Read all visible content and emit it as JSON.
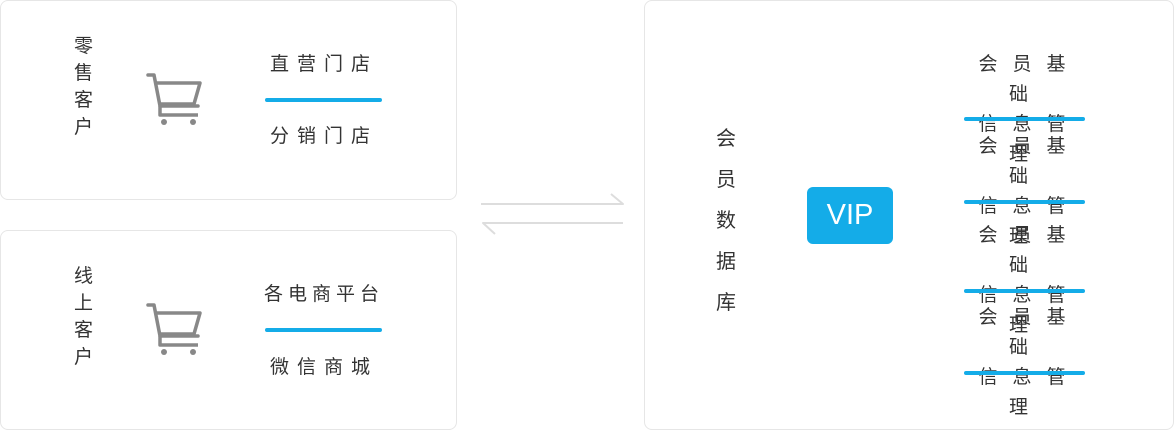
{
  "retail": {
    "title_chars": [
      "零",
      "售",
      "客",
      "户"
    ],
    "stores": [
      "直营门店",
      "分销门店"
    ]
  },
  "online": {
    "title_chars": [
      "线",
      "上",
      "客",
      "户"
    ],
    "stores": [
      "各电商平台",
      "微信商城"
    ]
  },
  "database": {
    "title_chars": [
      "会",
      "员",
      "数",
      "据",
      "库"
    ],
    "badge": "VIP",
    "items": [
      {
        "line1": "会员基础",
        "line2": "信息管理"
      },
      {
        "line1": "会员基础",
        "line2": "信息管理"
      },
      {
        "line1": "会员基础",
        "line2": "信息管理"
      },
      {
        "line1": "会员基础",
        "line2": "信息管理"
      }
    ]
  },
  "colors": {
    "accent": "#14ace8",
    "icon_gray": "#888888",
    "arrow_gray": "#dddddd",
    "card_border": "#e6e6e6",
    "text": "#333333"
  },
  "icons": {
    "cart": "shopping-cart-icon",
    "sync": "bidirectional-arrows-icon"
  }
}
